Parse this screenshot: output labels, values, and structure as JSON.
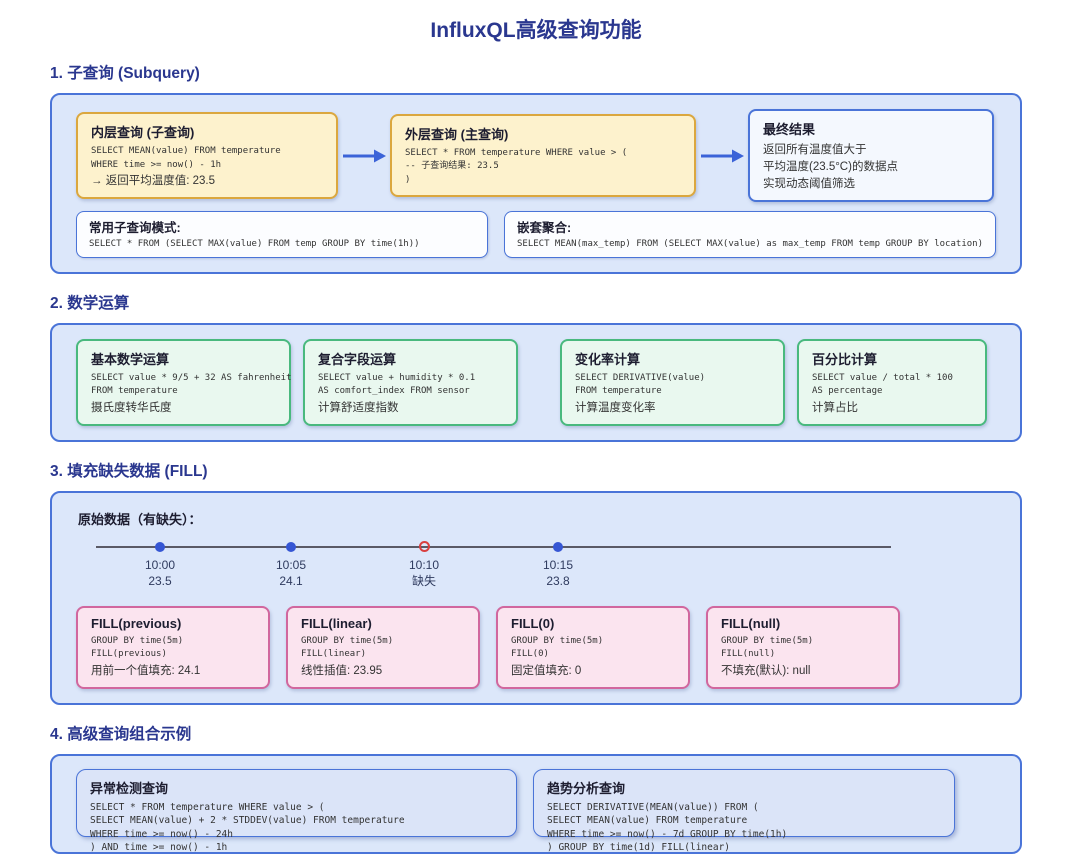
{
  "title": "InfluxQL高级查询功能",
  "colors": {
    "heading_navy": "#2a378f",
    "panel_bg": "#dce7fa",
    "panel_border": "#4a74d8",
    "yellow_card_bg": "#fdf2cd",
    "yellow_card_border": "#dba73e",
    "result_card_bg": "#f4f8fe",
    "green_card_bg": "#e9f8ef",
    "green_card_border": "#49b97e",
    "pink_card_bg": "#fbe4ef",
    "pink_card_border": "#d1679e",
    "blue_card_bg": "#dbe4f8",
    "arrow_blue": "#3b63d8",
    "dot_blue": "#3556d4",
    "missing_dot_red": "#d93f3f",
    "timeline_line": "#5a5a66"
  },
  "icons": {
    "flow_arrow": "right-arrow",
    "data_point": "filled-circle",
    "missing_point": "hollow-red-circle"
  },
  "section1": {
    "heading": "1. 子查询 (Subquery)",
    "inner_query": {
      "title": "内层查询 (子查询)",
      "code1": "SELECT MEAN(value) FROM temperature",
      "code2": "WHERE time >= now() - 1h",
      "note": "→ 返回平均温度值: 23.5"
    },
    "outer_query": {
      "title": "外层查询 (主查询)",
      "code1": "SELECT * FROM temperature WHERE value > (",
      "code2": "-- 子查询结果: 23.5",
      "code3": ")"
    },
    "result": {
      "title": "最终结果",
      "line1": "返回所有温度值大于",
      "line2": "平均温度(23.5°C)的数据点",
      "line3": "实现动态阈值筛选"
    },
    "pattern": {
      "title": "常用子查询模式:",
      "code": "SELECT * FROM (SELECT MAX(value) FROM temp GROUP BY time(1h))"
    },
    "nested": {
      "title": "嵌套聚合:",
      "code": "SELECT MEAN(max_temp) FROM (SELECT MAX(value) as max_temp FROM temp GROUP BY location)"
    }
  },
  "section2": {
    "heading": "2. 数学运算",
    "cards": [
      {
        "title": "基本数学运算",
        "code1": "SELECT value * 9/5 + 32 AS fahrenheit",
        "code2": "FROM temperature",
        "desc": "摄氏度转华氏度"
      },
      {
        "title": "复合字段运算",
        "code1": "SELECT value + humidity * 0.1",
        "code2": "AS comfort_index FROM sensor",
        "desc": "计算舒适度指数"
      },
      {
        "title": "变化率计算",
        "code1": "SELECT DERIVATIVE(value)",
        "code2": "FROM temperature",
        "desc": "计算温度变化率"
      },
      {
        "title": "百分比计算",
        "code1": "SELECT value / total * 100",
        "code2": "AS percentage",
        "desc": "计算占比"
      }
    ]
  },
  "section3": {
    "heading": "3. 填充缺失数据 (FILL)",
    "timeline_label": "原始数据（有缺失）：",
    "points": [
      {
        "time": "10:00",
        "value": "23.5",
        "missing": false
      },
      {
        "time": "10:05",
        "value": "24.1",
        "missing": false
      },
      {
        "time": "10:10",
        "value": "缺失",
        "missing": true
      },
      {
        "time": "10:15",
        "value": "23.8",
        "missing": false
      }
    ],
    "cards": [
      {
        "title": "FILL(previous)",
        "code1": "GROUP BY time(5m)",
        "code2": "FILL(previous)",
        "desc": "用前一个值填充: 24.1"
      },
      {
        "title": "FILL(linear)",
        "code1": "GROUP BY time(5m)",
        "code2": "FILL(linear)",
        "desc": "线性插值: 23.95"
      },
      {
        "title": "FILL(0)",
        "code1": "GROUP BY time(5m)",
        "code2": "FILL(0)",
        "desc": "固定值填充: 0"
      },
      {
        "title": "FILL(null)",
        "code1": "GROUP BY time(5m)",
        "code2": "FILL(null)",
        "desc": "不填充(默认): null"
      }
    ]
  },
  "section4": {
    "heading": "4. 高级查询组合示例",
    "cards": [
      {
        "title": "异常检测查询",
        "code1": "SELECT * FROM temperature WHERE value > (",
        "code2": "SELECT MEAN(value) + 2 * STDDEV(value) FROM temperature",
        "code3": "WHERE time >= now() - 24h",
        "code4": ") AND time >= now() - 1h"
      },
      {
        "title": "趋势分析查询",
        "code1": "SELECT DERIVATIVE(MEAN(value)) FROM (",
        "code2": "SELECT MEAN(value) FROM temperature",
        "code3": "WHERE time >= now() - 7d GROUP BY time(1h)",
        "code4": ") GROUP BY time(1d) FILL(linear)"
      }
    ]
  }
}
